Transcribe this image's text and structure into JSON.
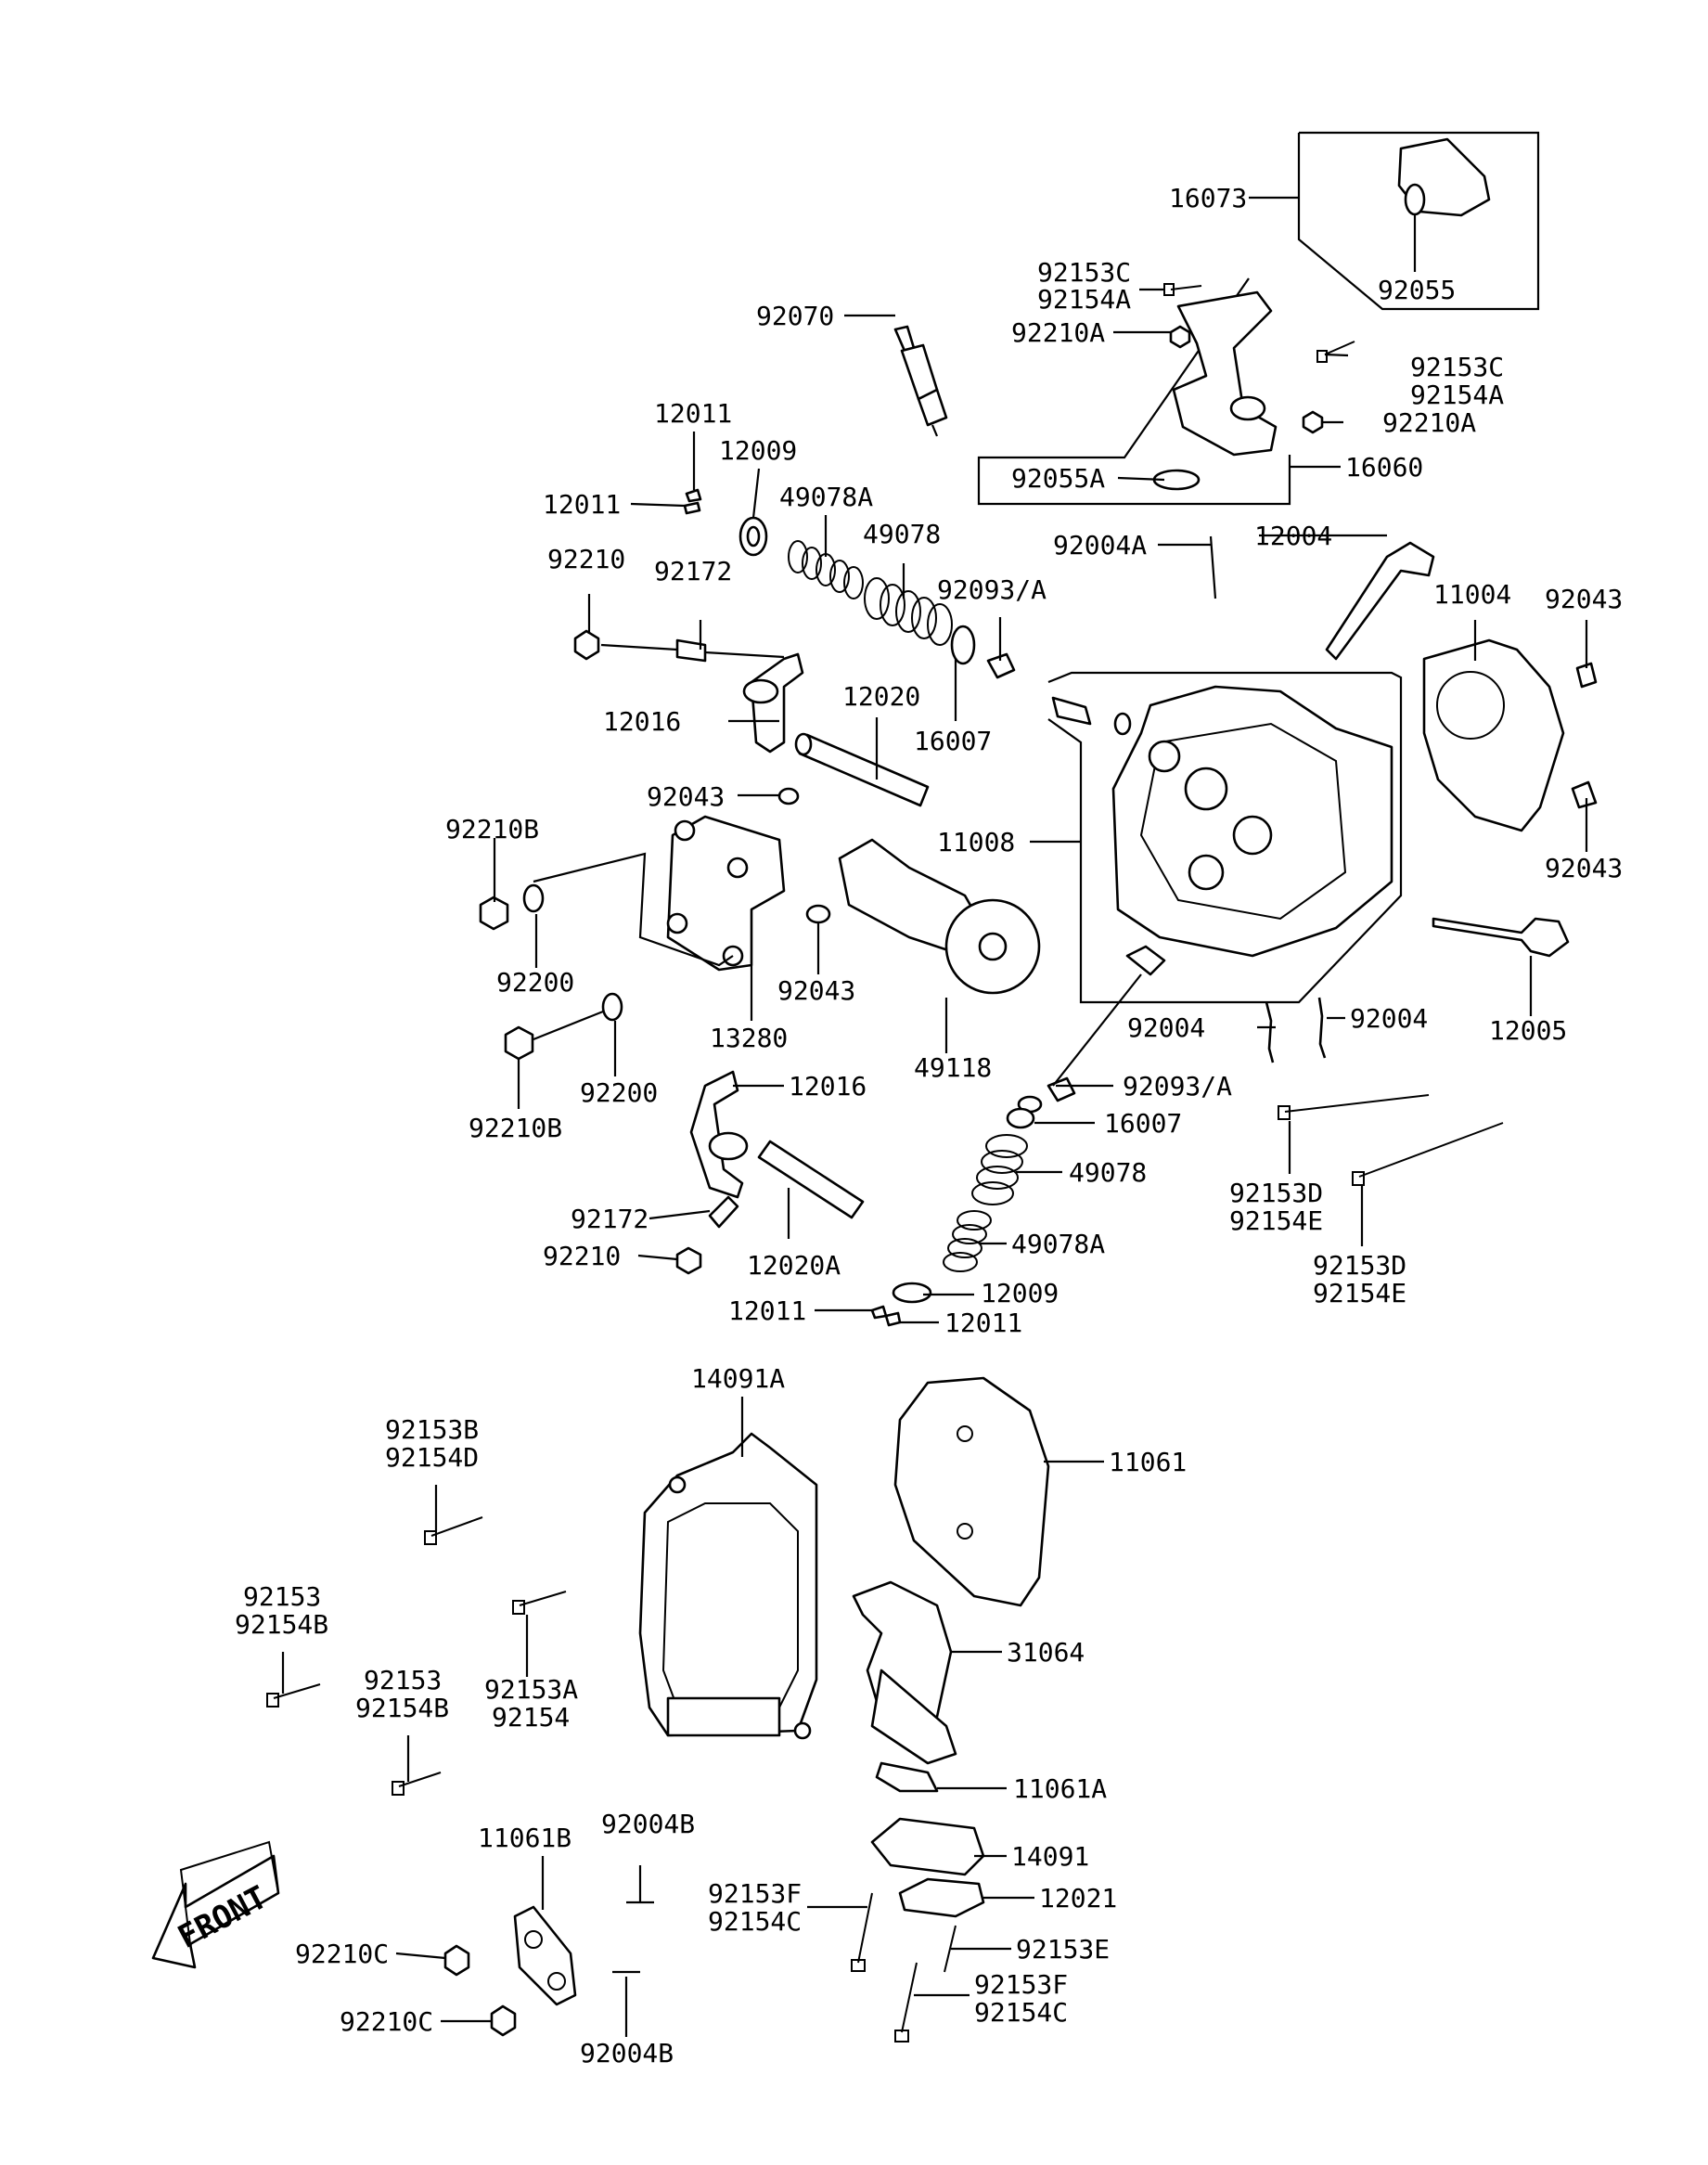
{
  "callouts": [
    {
      "key": "c16073",
      "text": "16073"
    },
    {
      "key": "c92055",
      "text": "92055"
    },
    {
      "key": "c92153c_a",
      "text": "92153C"
    },
    {
      "key": "c92154a_a",
      "text": "92154A"
    },
    {
      "key": "c92210a_a",
      "text": "92210A"
    },
    {
      "key": "c92070",
      "text": "92070"
    },
    {
      "key": "c92153c_b",
      "text": "92153C"
    },
    {
      "key": "c92154a_b",
      "text": "92154A"
    },
    {
      "key": "c92210a_b",
      "text": "92210A"
    },
    {
      "key": "c12011_a",
      "text": "12011"
    },
    {
      "key": "c12009_a",
      "text": "12009"
    },
    {
      "key": "c92055a",
      "text": "92055A"
    },
    {
      "key": "c16060",
      "text": "16060"
    },
    {
      "key": "c12011_b",
      "text": "12011"
    },
    {
      "key": "c49078a_a",
      "text": "49078A"
    },
    {
      "key": "c49078_a",
      "text": "49078"
    },
    {
      "key": "c92004a",
      "text": "92004A"
    },
    {
      "key": "c12004",
      "text": "12004"
    },
    {
      "key": "c92210",
      "text": "92210"
    },
    {
      "key": "c92172",
      "text": "92172"
    },
    {
      "key": "c92093a_a",
      "text": "92093/A"
    },
    {
      "key": "c11004",
      "text": "11004"
    },
    {
      "key": "c92043_a",
      "text": "92043"
    },
    {
      "key": "c12020",
      "text": "12020"
    },
    {
      "key": "c12016_a",
      "text": "12016"
    },
    {
      "key": "c16007_a",
      "text": "16007"
    },
    {
      "key": "c92043_b",
      "text": "92043"
    },
    {
      "key": "c92210b_a",
      "text": "92210B"
    },
    {
      "key": "c11008",
      "text": "11008"
    },
    {
      "key": "c92043_c",
      "text": "92043"
    },
    {
      "key": "c92200_a",
      "text": "92200"
    },
    {
      "key": "c92043_d",
      "text": "92043"
    },
    {
      "key": "c13280",
      "text": "13280"
    },
    {
      "key": "c92004_a",
      "text": "92004"
    },
    {
      "key": "c92004_b",
      "text": "92004"
    },
    {
      "key": "c12005",
      "text": "12005"
    },
    {
      "key": "c49118",
      "text": "49118"
    },
    {
      "key": "c92200_b",
      "text": "92200"
    },
    {
      "key": "c92093a_b",
      "text": "92093/A"
    },
    {
      "key": "c12016_b",
      "text": "12016"
    },
    {
      "key": "c92210b_b",
      "text": "92210B"
    },
    {
      "key": "c16007_b",
      "text": "16007"
    },
    {
      "key": "c49078_b",
      "text": "49078"
    },
    {
      "key": "c92153d_a",
      "text": "92153D"
    },
    {
      "key": "c92154e_a",
      "text": "92154E"
    },
    {
      "key": "c92172_b",
      "text": "92172"
    },
    {
      "key": "c49078a_b",
      "text": "49078A"
    },
    {
      "key": "c92210_b",
      "text": "92210"
    },
    {
      "key": "c12020a",
      "text": "12020A"
    },
    {
      "key": "c92153d_b",
      "text": "92153D"
    },
    {
      "key": "c92154e_b",
      "text": "92154E"
    },
    {
      "key": "c12009_b",
      "text": "12009"
    },
    {
      "key": "c12011_c",
      "text": "12011"
    },
    {
      "key": "c12011_d",
      "text": "12011"
    },
    {
      "key": "c14091a",
      "text": "14091A"
    },
    {
      "key": "c92153b",
      "text": "92153B"
    },
    {
      "key": "c92154d",
      "text": "92154D"
    },
    {
      "key": "c11061",
      "text": "11061"
    },
    {
      "key": "c92153_a",
      "text": "92153"
    },
    {
      "key": "c92154b_a",
      "text": "92154B"
    },
    {
      "key": "c31064",
      "text": "31064"
    },
    {
      "key": "c92153_b",
      "text": "92153"
    },
    {
      "key": "c92154b_b",
      "text": "92154B"
    },
    {
      "key": "c92153a",
      "text": "92153A"
    },
    {
      "key": "c92154",
      "text": "92154"
    },
    {
      "key": "c11061a",
      "text": "11061A"
    },
    {
      "key": "c92004b_a",
      "text": "92004B"
    },
    {
      "key": "c11061b",
      "text": "11061B"
    },
    {
      "key": "c14091",
      "text": "14091"
    },
    {
      "key": "c92153f_a",
      "text": "92153F"
    },
    {
      "key": "c92154c_a",
      "text": "92154C"
    },
    {
      "key": "c12021",
      "text": "12021"
    },
    {
      "key": "c92210c_a",
      "text": "92210C"
    },
    {
      "key": "c92153e",
      "text": "92153E"
    },
    {
      "key": "c92153f_b",
      "text": "92153F"
    },
    {
      "key": "c92154c_b",
      "text": "92154C"
    },
    {
      "key": "c92210c_b",
      "text": "92210C"
    },
    {
      "key": "c92004b_b",
      "text": "92004B"
    }
  ],
  "front_arrow": {
    "label": "FRONT"
  }
}
